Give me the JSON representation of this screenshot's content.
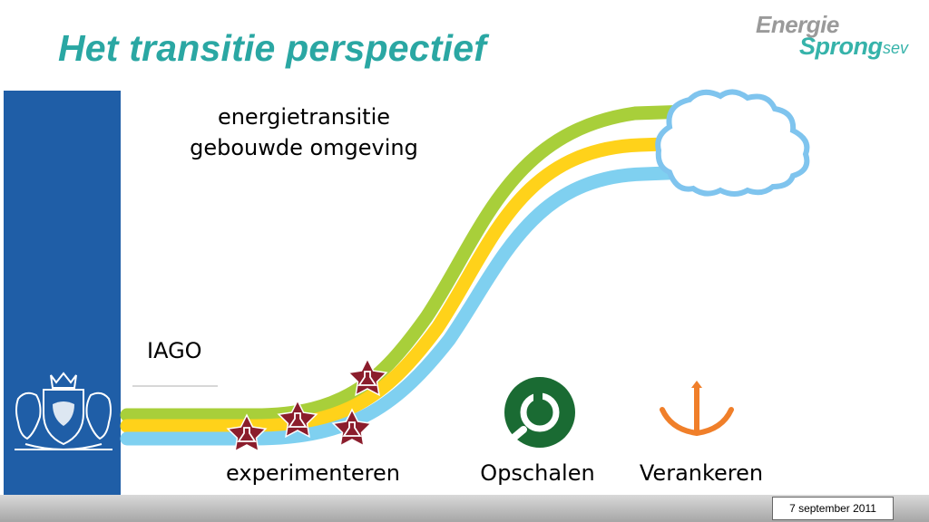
{
  "slide": {
    "title": "Het transitie perspectief",
    "date": "7 september 2011"
  },
  "logo": {
    "line1": "Energie",
    "line2": "Sprong",
    "line3": "sev",
    "colors": {
      "gray": "#9a9a9a",
      "teal": "#36b3aa"
    }
  },
  "diagram": {
    "goal_label": "energietransitie gebouwde omgeving",
    "goal_line1": "energietransitie",
    "goal_line2": "gebouwde omgeving",
    "start_label": "IAGO",
    "phases": [
      "experimenteren",
      "Opschalen",
      "Verankeren"
    ],
    "phase_icons": [
      "flask-star-icon",
      "growth-circle-icon",
      "anchor-icon"
    ],
    "curve_colors": [
      "#a8cf3a",
      "#ffd21a",
      "#7fd0f0"
    ],
    "star_color": "#8b1d2c",
    "cloud_color": "#7fc4ee"
  },
  "colors": {
    "title": "#2aa7a3",
    "rail": "#1f5ea7"
  }
}
